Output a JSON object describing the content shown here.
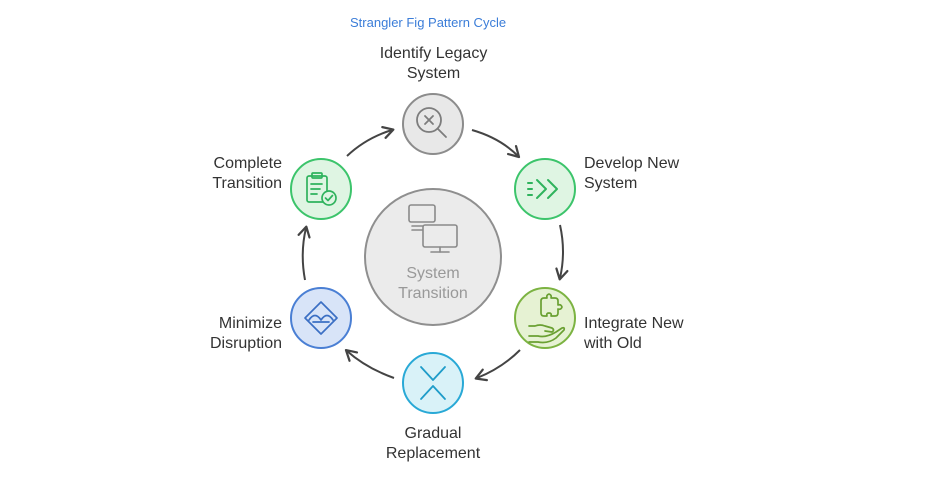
{
  "title": "Strangler Fig Pattern Cycle",
  "center": {
    "line1": "System",
    "line2": "Transition",
    "icon": "computers-icon"
  },
  "steps": [
    {
      "line1": "Identify Legacy",
      "line2": "System",
      "icon": "search-x-icon",
      "color": "#e8e8e8",
      "stroke": "#8c8c8c"
    },
    {
      "line1": "Develop New",
      "line2": "System",
      "icon": "double-chevron-icon",
      "color": "#dff5e3",
      "stroke": "#3cc46b"
    },
    {
      "line1": "Integrate New",
      "line2": "with Old",
      "icon": "hand-puzzle-icon",
      "color": "#e6f2d3",
      "stroke": "#7cb342"
    },
    {
      "line1": "Gradual",
      "line2": "Replacement",
      "icon": "converge-arrows-icon",
      "color": "#d9f2f8",
      "stroke": "#29a9d6"
    },
    {
      "line1": "Minimize",
      "line2": "Disruption",
      "icon": "diamond-bridge-icon",
      "color": "#d8e4f8",
      "stroke": "#4a7fd4"
    },
    {
      "line1": "Complete",
      "line2": "Transition",
      "icon": "clipboard-check-icon",
      "color": "#dff5e3",
      "stroke": "#3cc46b"
    }
  ]
}
